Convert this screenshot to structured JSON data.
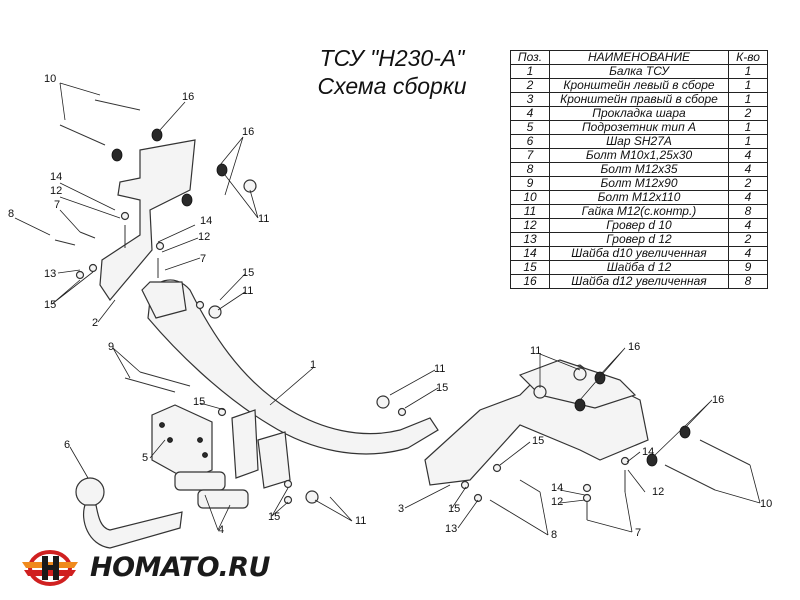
{
  "title": {
    "line1": "ТСУ \"Н230-А\"",
    "line2": "Схема сборки"
  },
  "table": {
    "headers": {
      "pos": "Поз.",
      "name": "НАИМЕНОВАНИЕ",
      "qty": "К-во"
    },
    "rows": [
      {
        "pos": "1",
        "name": "Балка ТСУ",
        "qty": "1"
      },
      {
        "pos": "2",
        "name": "Кронштейн левый в сборе",
        "qty": "1"
      },
      {
        "pos": "3",
        "name": "Кронштейн правый в сборе",
        "qty": "1"
      },
      {
        "pos": "4",
        "name": "Прокладка шара",
        "qty": "2"
      },
      {
        "pos": "5",
        "name": "Подрозетник тип А",
        "qty": "1"
      },
      {
        "pos": "6",
        "name": "Шар SH27A",
        "qty": "1"
      },
      {
        "pos": "7",
        "name": "Болт М10х1,25х30",
        "qty": "4"
      },
      {
        "pos": "8",
        "name": "Болт М12х35",
        "qty": "4"
      },
      {
        "pos": "9",
        "name": "Болт М12х90",
        "qty": "2"
      },
      {
        "pos": "10",
        "name": "Болт М12х110",
        "qty": "4"
      },
      {
        "pos": "11",
        "name": "Гайка М12(с.контр.)",
        "qty": "8"
      },
      {
        "pos": "12",
        "name": "Гровер d 10",
        "qty": "4"
      },
      {
        "pos": "13",
        "name": "Гровер d 12",
        "qty": "2"
      },
      {
        "pos": "14",
        "name": "Шайба d10 увеличенная",
        "qty": "4"
      },
      {
        "pos": "15",
        "name": "Шайба d 12",
        "qty": "9"
      },
      {
        "pos": "16",
        "name": "Шайба d12 увеличенная",
        "qty": "8"
      }
    ]
  },
  "callouts": [
    "10",
    "16",
    "16",
    "14",
    "12",
    "8",
    "7",
    "14",
    "12",
    "11",
    "13",
    "15",
    "2",
    "7",
    "15",
    "11",
    "1",
    "11",
    "15",
    "9",
    "15",
    "5",
    "6",
    "4",
    "15",
    "11",
    "11",
    "16",
    "16",
    "15",
    "14",
    "12",
    "3",
    "15",
    "13",
    "8",
    "14",
    "12",
    "7",
    "10"
  ],
  "logo": {
    "text": "HOMATO.RU"
  },
  "colors": {
    "line": "#222222",
    "part_fill": "#f4f4f4",
    "logo_red": "#d02020",
    "logo_orange": "#f08a1c"
  }
}
